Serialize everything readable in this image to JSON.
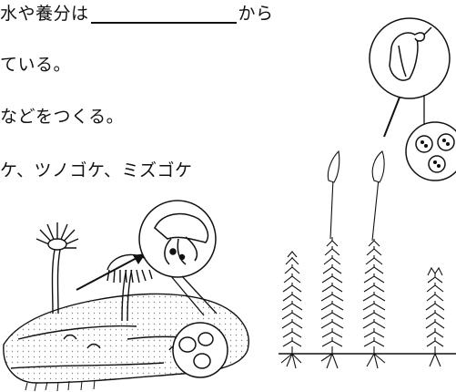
{
  "text_lines": [
    {
      "before": "水や養分は",
      "after": "から"
    },
    {
      "text": "ている。"
    },
    {
      "text": "などをつくる。"
    },
    {
      "text": "ケ、ツノゴケ、ミズゴケ"
    }
  ]
}
